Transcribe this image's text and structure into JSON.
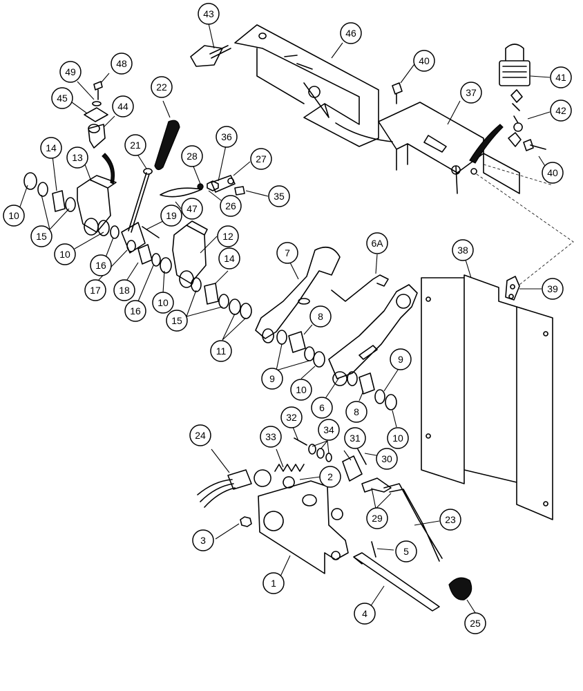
{
  "callouts": [
    {
      "id": "c43",
      "label": "43"
    },
    {
      "id": "c46",
      "label": "46"
    },
    {
      "id": "c40a",
      "label": "40"
    },
    {
      "id": "c41",
      "label": "41"
    },
    {
      "id": "c37",
      "label": "37"
    },
    {
      "id": "c42",
      "label": "42"
    },
    {
      "id": "c40b",
      "label": "40"
    },
    {
      "id": "c49",
      "label": "49"
    },
    {
      "id": "c48",
      "label": "48"
    },
    {
      "id": "c45",
      "label": "45"
    },
    {
      "id": "c44",
      "label": "44"
    },
    {
      "id": "c22",
      "label": "22"
    },
    {
      "id": "c36",
      "label": "36"
    },
    {
      "id": "c28",
      "label": "28"
    },
    {
      "id": "c27",
      "label": "27"
    },
    {
      "id": "c21",
      "label": "21"
    },
    {
      "id": "c14a",
      "label": "14"
    },
    {
      "id": "c13",
      "label": "13"
    },
    {
      "id": "c35",
      "label": "35"
    },
    {
      "id": "c26",
      "label": "26"
    },
    {
      "id": "c10a",
      "label": "10"
    },
    {
      "id": "c47",
      "label": "47"
    },
    {
      "id": "c19",
      "label": "19"
    },
    {
      "id": "c15a",
      "label": "15"
    },
    {
      "id": "c12",
      "label": "12"
    },
    {
      "id": "c10b",
      "label": "10"
    },
    {
      "id": "c16a",
      "label": "16"
    },
    {
      "id": "c14b",
      "label": "14"
    },
    {
      "id": "c17",
      "label": "17"
    },
    {
      "id": "c18",
      "label": "18"
    },
    {
      "id": "c10c",
      "label": "10"
    },
    {
      "id": "c16b",
      "label": "16"
    },
    {
      "id": "c15b",
      "label": "15"
    },
    {
      "id": "c7",
      "label": "7"
    },
    {
      "id": "c6A",
      "label": "6A"
    },
    {
      "id": "c38",
      "label": "38"
    },
    {
      "id": "c39",
      "label": "39"
    },
    {
      "id": "c11",
      "label": "11"
    },
    {
      "id": "c8a",
      "label": "8"
    },
    {
      "id": "c9a",
      "label": "9"
    },
    {
      "id": "c9b",
      "label": "9"
    },
    {
      "id": "c10d",
      "label": "10"
    },
    {
      "id": "c6",
      "label": "6"
    },
    {
      "id": "c8b",
      "label": "8"
    },
    {
      "id": "c10e",
      "label": "10"
    },
    {
      "id": "c32",
      "label": "32"
    },
    {
      "id": "c24",
      "label": "24"
    },
    {
      "id": "c33",
      "label": "33"
    },
    {
      "id": "c34",
      "label": "34"
    },
    {
      "id": "c31",
      "label": "31"
    },
    {
      "id": "c30",
      "label": "30"
    },
    {
      "id": "c2",
      "label": "2"
    },
    {
      "id": "c29",
      "label": "29"
    },
    {
      "id": "c23",
      "label": "23"
    },
    {
      "id": "c3",
      "label": "3"
    },
    {
      "id": "c5",
      "label": "5"
    },
    {
      "id": "c1",
      "label": "1"
    },
    {
      "id": "c4",
      "label": "4"
    },
    {
      "id": "c25",
      "label": "25"
    }
  ]
}
